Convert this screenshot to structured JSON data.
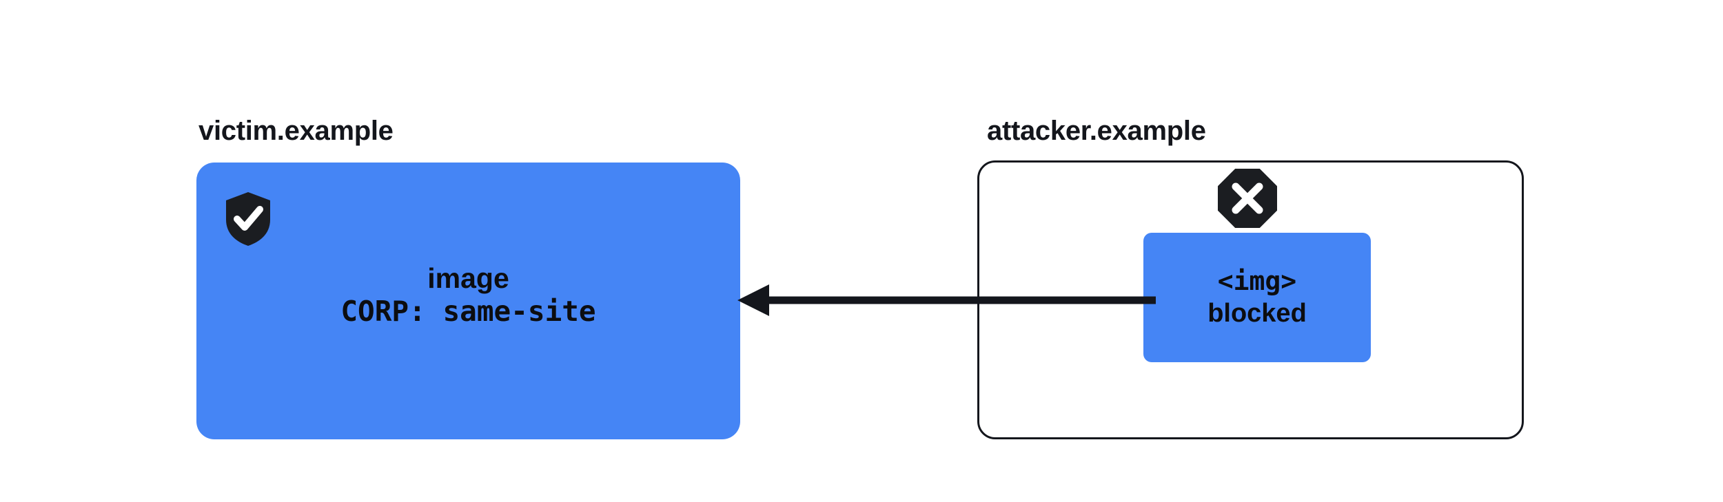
{
  "diagram": {
    "type": "security-flow-diagram",
    "background_color": "#ffffff",
    "accent_color": "#4585f5",
    "ink_color": "#14161c"
  },
  "victim": {
    "label": "victim.example",
    "icon": "shield-check-icon",
    "resource_title": "image",
    "resource_header": "CORP: same-site",
    "box_fill": "#4585f5"
  },
  "attacker": {
    "label": "attacker.example",
    "icon": "octagon-x-icon",
    "request_tag": "<img>",
    "request_status": "blocked",
    "box_fill": "#4585f5",
    "container_border": "#14161c"
  },
  "arrow": {
    "name": "blocked-request-arrow",
    "direction": "right-to-left",
    "color": "#14161c"
  }
}
